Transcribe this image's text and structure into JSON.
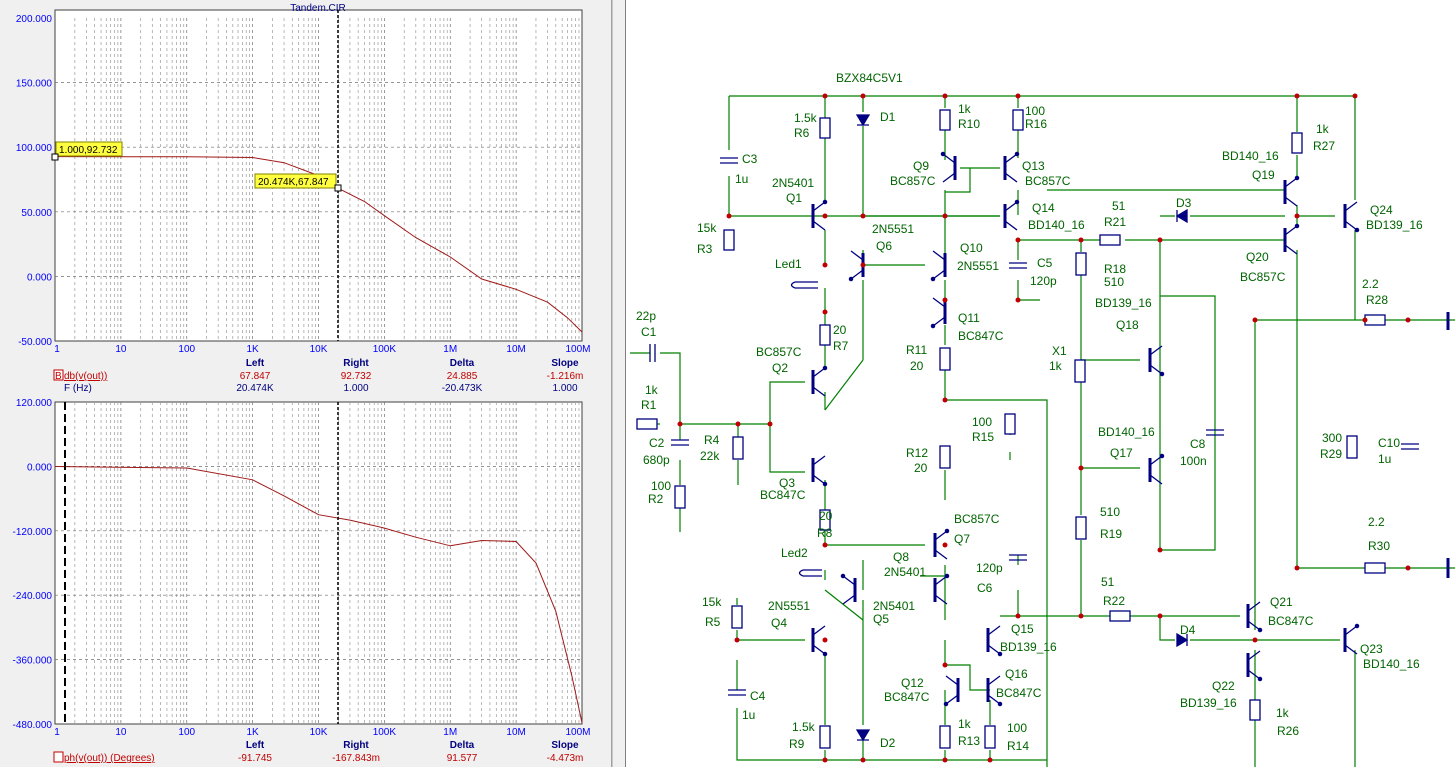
{
  "analysis": {
    "title": "Tandem.CIR",
    "x_ticks": [
      "1",
      "10",
      "100",
      "1K",
      "10K",
      "100K",
      "1M",
      "10M",
      "100M"
    ],
    "gain_plot": {
      "y_ticks": [
        "200.000",
        "150.000",
        "100.000",
        "50.000",
        "0.000",
        "-50.000"
      ],
      "cursor_labels": [
        "1.000,92.732",
        "20.474K,67.847"
      ],
      "readout_headers": [
        "Left",
        "Right",
        "Delta",
        "Slope"
      ],
      "trace_row": {
        "marker": "B",
        "name": "db(v(out))",
        "values": [
          "67.847",
          "92.732",
          "24.885",
          "-1.216m"
        ]
      },
      "x_row": {
        "name": "F (Hz)",
        "values": [
          "20.474K",
          "1.000",
          "-20.473K",
          "1.000"
        ]
      }
    },
    "phase_plot": {
      "y_ticks": [
        "120.000",
        "0.000",
        "-120.000",
        "-240.000",
        "-360.000",
        "-480.000"
      ],
      "readout_headers": [
        "Left",
        "Right",
        "Delta",
        "Slope"
      ],
      "trace_row": {
        "name": "ph(v(out)) (Degrees)",
        "values": [
          "-91.745",
          "-167.843m",
          "91.577",
          "-4.473m"
        ]
      }
    },
    "colors": {
      "trace": "#a01818",
      "axis_text": "#0000ff",
      "header_text": "#000080",
      "cursor_label_bg": "#ffff40"
    }
  },
  "chart_data": [
    {
      "type": "line",
      "title": "Tandem.CIR",
      "xlabel": "F (Hz)",
      "x_scale": "log",
      "xlim": [
        1,
        100000000
      ],
      "ylim": [
        -50,
        200
      ],
      "grid": true,
      "series": [
        {
          "name": "db(v(out))",
          "x": [
            1,
            100,
            1000,
            3000,
            10000,
            20474,
            50000,
            100000,
            300000,
            1000000,
            3000000,
            10000000,
            30000000,
            60000000,
            100000000
          ],
          "y": [
            92.732,
            92.6,
            92,
            88,
            78,
            67.847,
            58,
            47,
            30,
            15,
            -2,
            -10,
            -20,
            -32,
            -43
          ]
        }
      ]
    },
    {
      "type": "line",
      "xlabel": "",
      "x_scale": "log",
      "xlim": [
        1,
        100000000
      ],
      "ylim": [
        -480,
        120
      ],
      "grid": true,
      "series": [
        {
          "name": "ph(v(out)) (Degrees)",
          "x": [
            1,
            100,
            1000,
            3000,
            10000,
            30000,
            100000,
            300000,
            1000000,
            3000000,
            10000000,
            20000000,
            40000000,
            70000000,
            100000000
          ],
          "y": [
            -0.2,
            -3,
            -25,
            -55,
            -90,
            -100,
            -115,
            -132,
            -148,
            -138,
            -140,
            -180,
            -270,
            -390,
            -478
          ]
        }
      ]
    }
  ],
  "schematic": {
    "components": [
      {
        "ref": "D1",
        "value": "BZX84C5V1"
      },
      {
        "ref": "R6",
        "value": "1.5k"
      },
      {
        "ref": "C3",
        "value": "1u"
      },
      {
        "ref": "R10",
        "value": "1k"
      },
      {
        "ref": "R16",
        "value": "100"
      },
      {
        "ref": "Q9",
        "value": "BC857C"
      },
      {
        "ref": "Q13",
        "value": "BC857C"
      },
      {
        "ref": "R27",
        "value": "1k"
      },
      {
        "ref": "Q19",
        "value": "BD140_16"
      },
      {
        "ref": "Q1",
        "value": "2N5401"
      },
      {
        "ref": "R3",
        "value": "15k"
      },
      {
        "ref": "Q6",
        "value": "2N5551"
      },
      {
        "ref": "Q14",
        "value": "BD140_16"
      },
      {
        "ref": "R21",
        "value": "51"
      },
      {
        "ref": "D3",
        "value": ""
      },
      {
        "ref": "Q24",
        "value": "BD139_16"
      },
      {
        "ref": "Q10",
        "value": "2N5551"
      },
      {
        "ref": "C5",
        "value": "120p"
      },
      {
        "ref": "Q20",
        "value": "BC857C"
      },
      {
        "ref": "R18",
        "value": "510"
      },
      {
        "ref": "Led1",
        "value": ""
      },
      {
        "ref": "Q11",
        "value": "BC847C"
      },
      {
        "ref": "R28",
        "value": "2.2"
      },
      {
        "ref": "Q18",
        "value": "BD139_16"
      },
      {
        "ref": "C1",
        "value": "22p"
      },
      {
        "ref": "R7",
        "value": "20"
      },
      {
        "ref": "Q2",
        "value": "BC857C"
      },
      {
        "ref": "R11",
        "value": "20"
      },
      {
        "ref": "X1",
        "value": "1k"
      },
      {
        "ref": "R1",
        "value": "1k"
      },
      {
        "ref": "R15",
        "value": "100"
      },
      {
        "ref": "C2",
        "value": "680p"
      },
      {
        "ref": "R4",
        "value": "22k"
      },
      {
        "ref": "Q17",
        "value": "BD140_16"
      },
      {
        "ref": "C8",
        "value": "100n"
      },
      {
        "ref": "R29",
        "value": "300"
      },
      {
        "ref": "C10",
        "value": "1u"
      },
      {
        "ref": "R12",
        "value": "20"
      },
      {
        "ref": "R2",
        "value": "100"
      },
      {
        "ref": "Q3",
        "value": "BC847C"
      },
      {
        "ref": "R19",
        "value": "510"
      },
      {
        "ref": "R8",
        "value": "20"
      },
      {
        "ref": "Q7",
        "value": "BC857C"
      },
      {
        "ref": "R30",
        "value": "2.2"
      },
      {
        "ref": "Led2",
        "value": ""
      },
      {
        "ref": "Q8",
        "value": "2N5401"
      },
      {
        "ref": "C6",
        "value": "120p"
      },
      {
        "ref": "R22",
        "value": "51"
      },
      {
        "ref": "R5",
        "value": "15k"
      },
      {
        "ref": "Q4",
        "value": "2N5551"
      },
      {
        "ref": "Q5",
        "value": "2N5401"
      },
      {
        "ref": "Q15",
        "value": "BD139_16"
      },
      {
        "ref": "Q21",
        "value": "BC847C"
      },
      {
        "ref": "D4",
        "value": ""
      },
      {
        "ref": "Q23",
        "value": "BD140_16"
      },
      {
        "ref": "C4",
        "value": "1u"
      },
      {
        "ref": "Q12",
        "value": "BC847C"
      },
      {
        "ref": "Q16",
        "value": "BC847C"
      },
      {
        "ref": "Q22",
        "value": "BD139_16"
      },
      {
        "ref": "R9",
        "value": "1.5k"
      },
      {
        "ref": "R13",
        "value": "1k"
      },
      {
        "ref": "R14",
        "value": "100"
      },
      {
        "ref": "R26",
        "value": "1k"
      },
      {
        "ref": "D2",
        "value": ""
      }
    ],
    "colors": {
      "label": "#006400",
      "wire": "#008000",
      "symbol": "#000080",
      "junction": "#c00000"
    }
  }
}
